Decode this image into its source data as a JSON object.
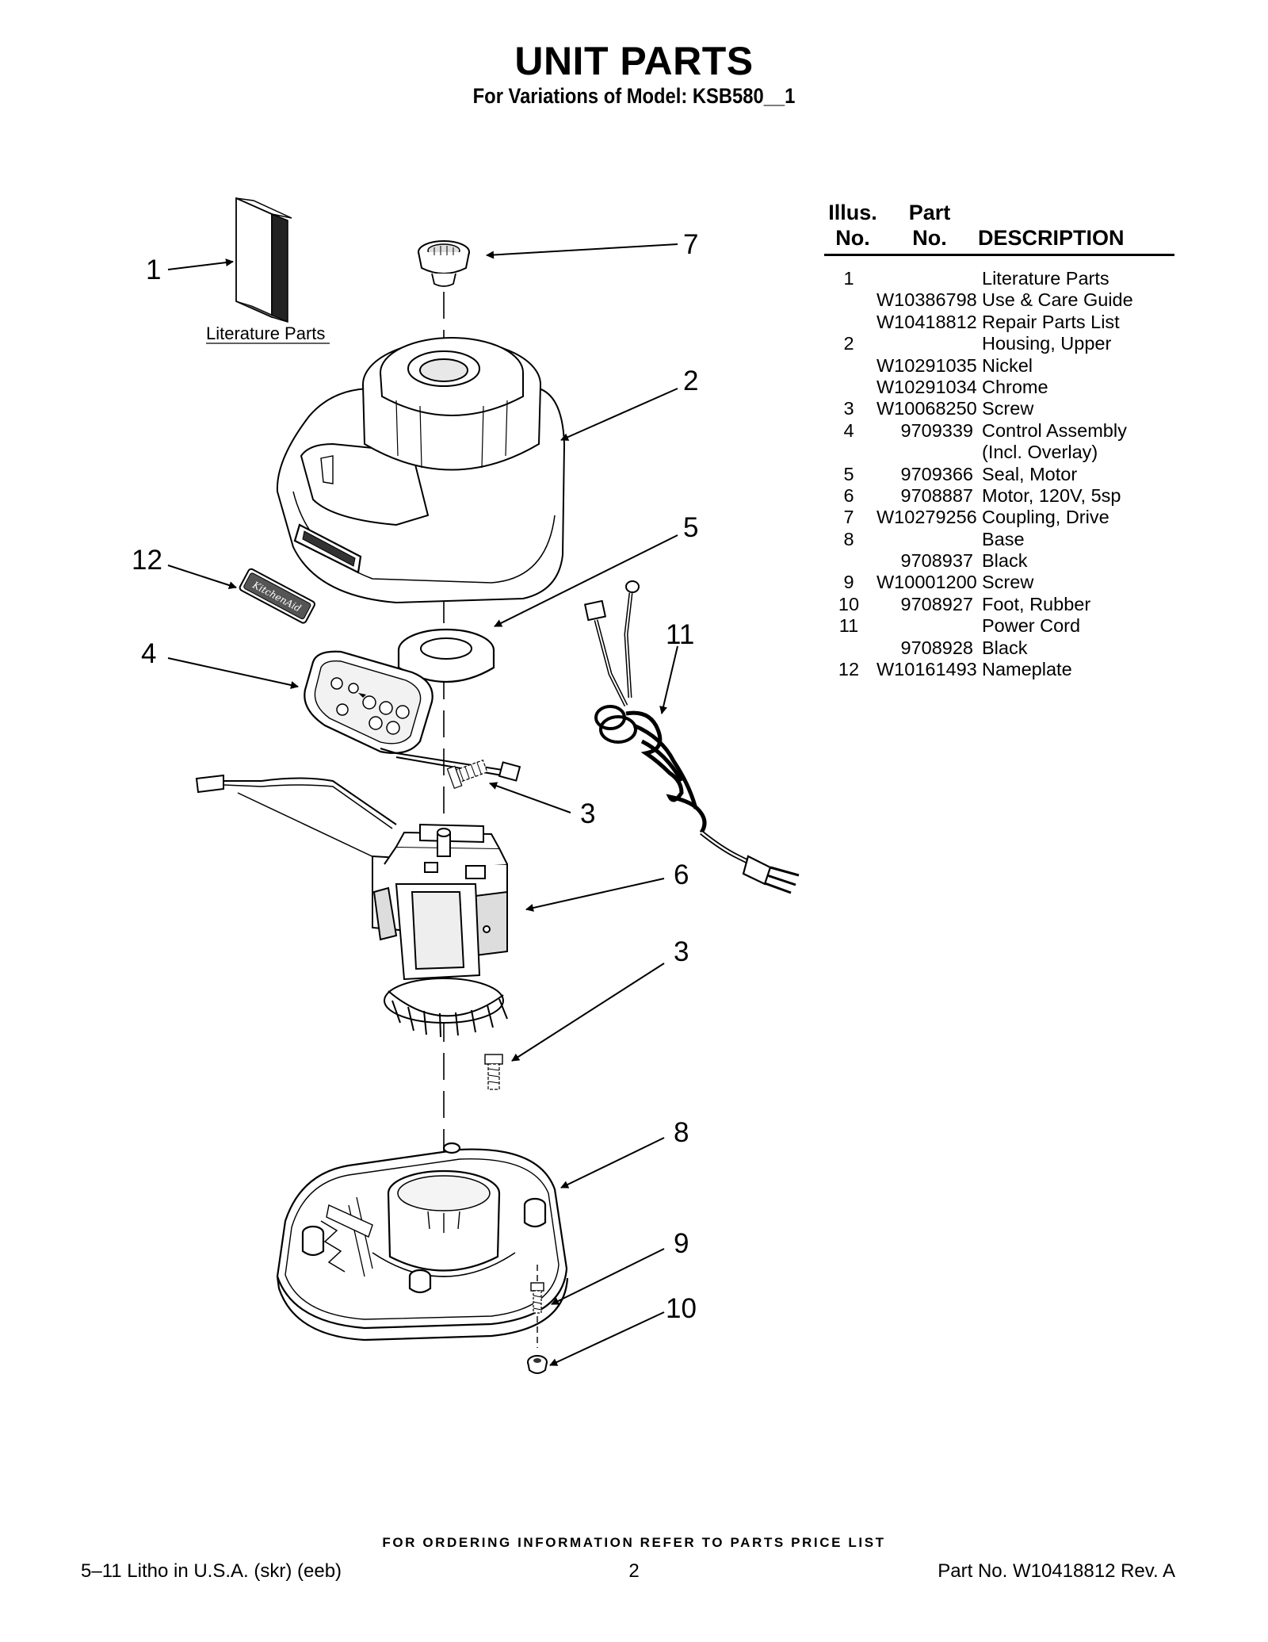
{
  "header": {
    "title": "UNIT PARTS",
    "subtitle": "For Variations of Model: KSB580__1"
  },
  "diagram": {
    "literature_label": "Literature Parts",
    "nameplate_text": "KitchenAid",
    "callouts": [
      "1",
      "7",
      "2",
      "5",
      "12",
      "11",
      "4",
      "3",
      "6",
      "3",
      "8",
      "9",
      "10"
    ]
  },
  "table": {
    "headers": {
      "illus_top": "Illus.",
      "illus_bottom": "No.",
      "part_top": "Part",
      "part_bottom": "No.",
      "description": "DESCRIPTION"
    },
    "rows": [
      {
        "no": "1",
        "part": "",
        "desc": "Literature Parts"
      },
      {
        "no": "",
        "part": "W10386798",
        "desc": "Use & Care Guide"
      },
      {
        "no": "",
        "part": "W10418812",
        "desc": "Repair Parts List"
      },
      {
        "no": "2",
        "part": "",
        "desc": "Housing, Upper"
      },
      {
        "no": "",
        "part": "W10291035",
        "desc": "Nickel"
      },
      {
        "no": "",
        "part": "W10291034",
        "desc": "Chrome"
      },
      {
        "no": "3",
        "part": "W10068250",
        "desc": "Screw"
      },
      {
        "no": "4",
        "part": "9709339",
        "desc": "Control Assembly"
      },
      {
        "no": "",
        "part": "",
        "desc": "(Incl. Overlay)"
      },
      {
        "no": "5",
        "part": "9709366",
        "desc": "Seal, Motor"
      },
      {
        "no": "6",
        "part": "9708887",
        "desc": "Motor, 120V, 5sp"
      },
      {
        "no": "7",
        "part": "W10279256",
        "desc": "Coupling, Drive"
      },
      {
        "no": "8",
        "part": "",
        "desc": "Base"
      },
      {
        "no": "",
        "part": "9708937",
        "desc": "Black"
      },
      {
        "no": "9",
        "part": "W10001200",
        "desc": "Screw"
      },
      {
        "no": "10",
        "part": "9708927",
        "desc": "Foot, Rubber"
      },
      {
        "no": "11",
        "part": "",
        "desc": "Power Cord"
      },
      {
        "no": "",
        "part": "9708928",
        "desc": "Black"
      },
      {
        "no": "12",
        "part": "W10161493",
        "desc": "Nameplate"
      }
    ]
  },
  "footer": {
    "ordering_note": "FOR ORDERING INFORMATION REFER TO PARTS PRICE LIST",
    "left": "5–11 Litho in U.S.A. (skr) (eeb)",
    "page": "2",
    "right": "Part No. W10418812 Rev. A"
  }
}
